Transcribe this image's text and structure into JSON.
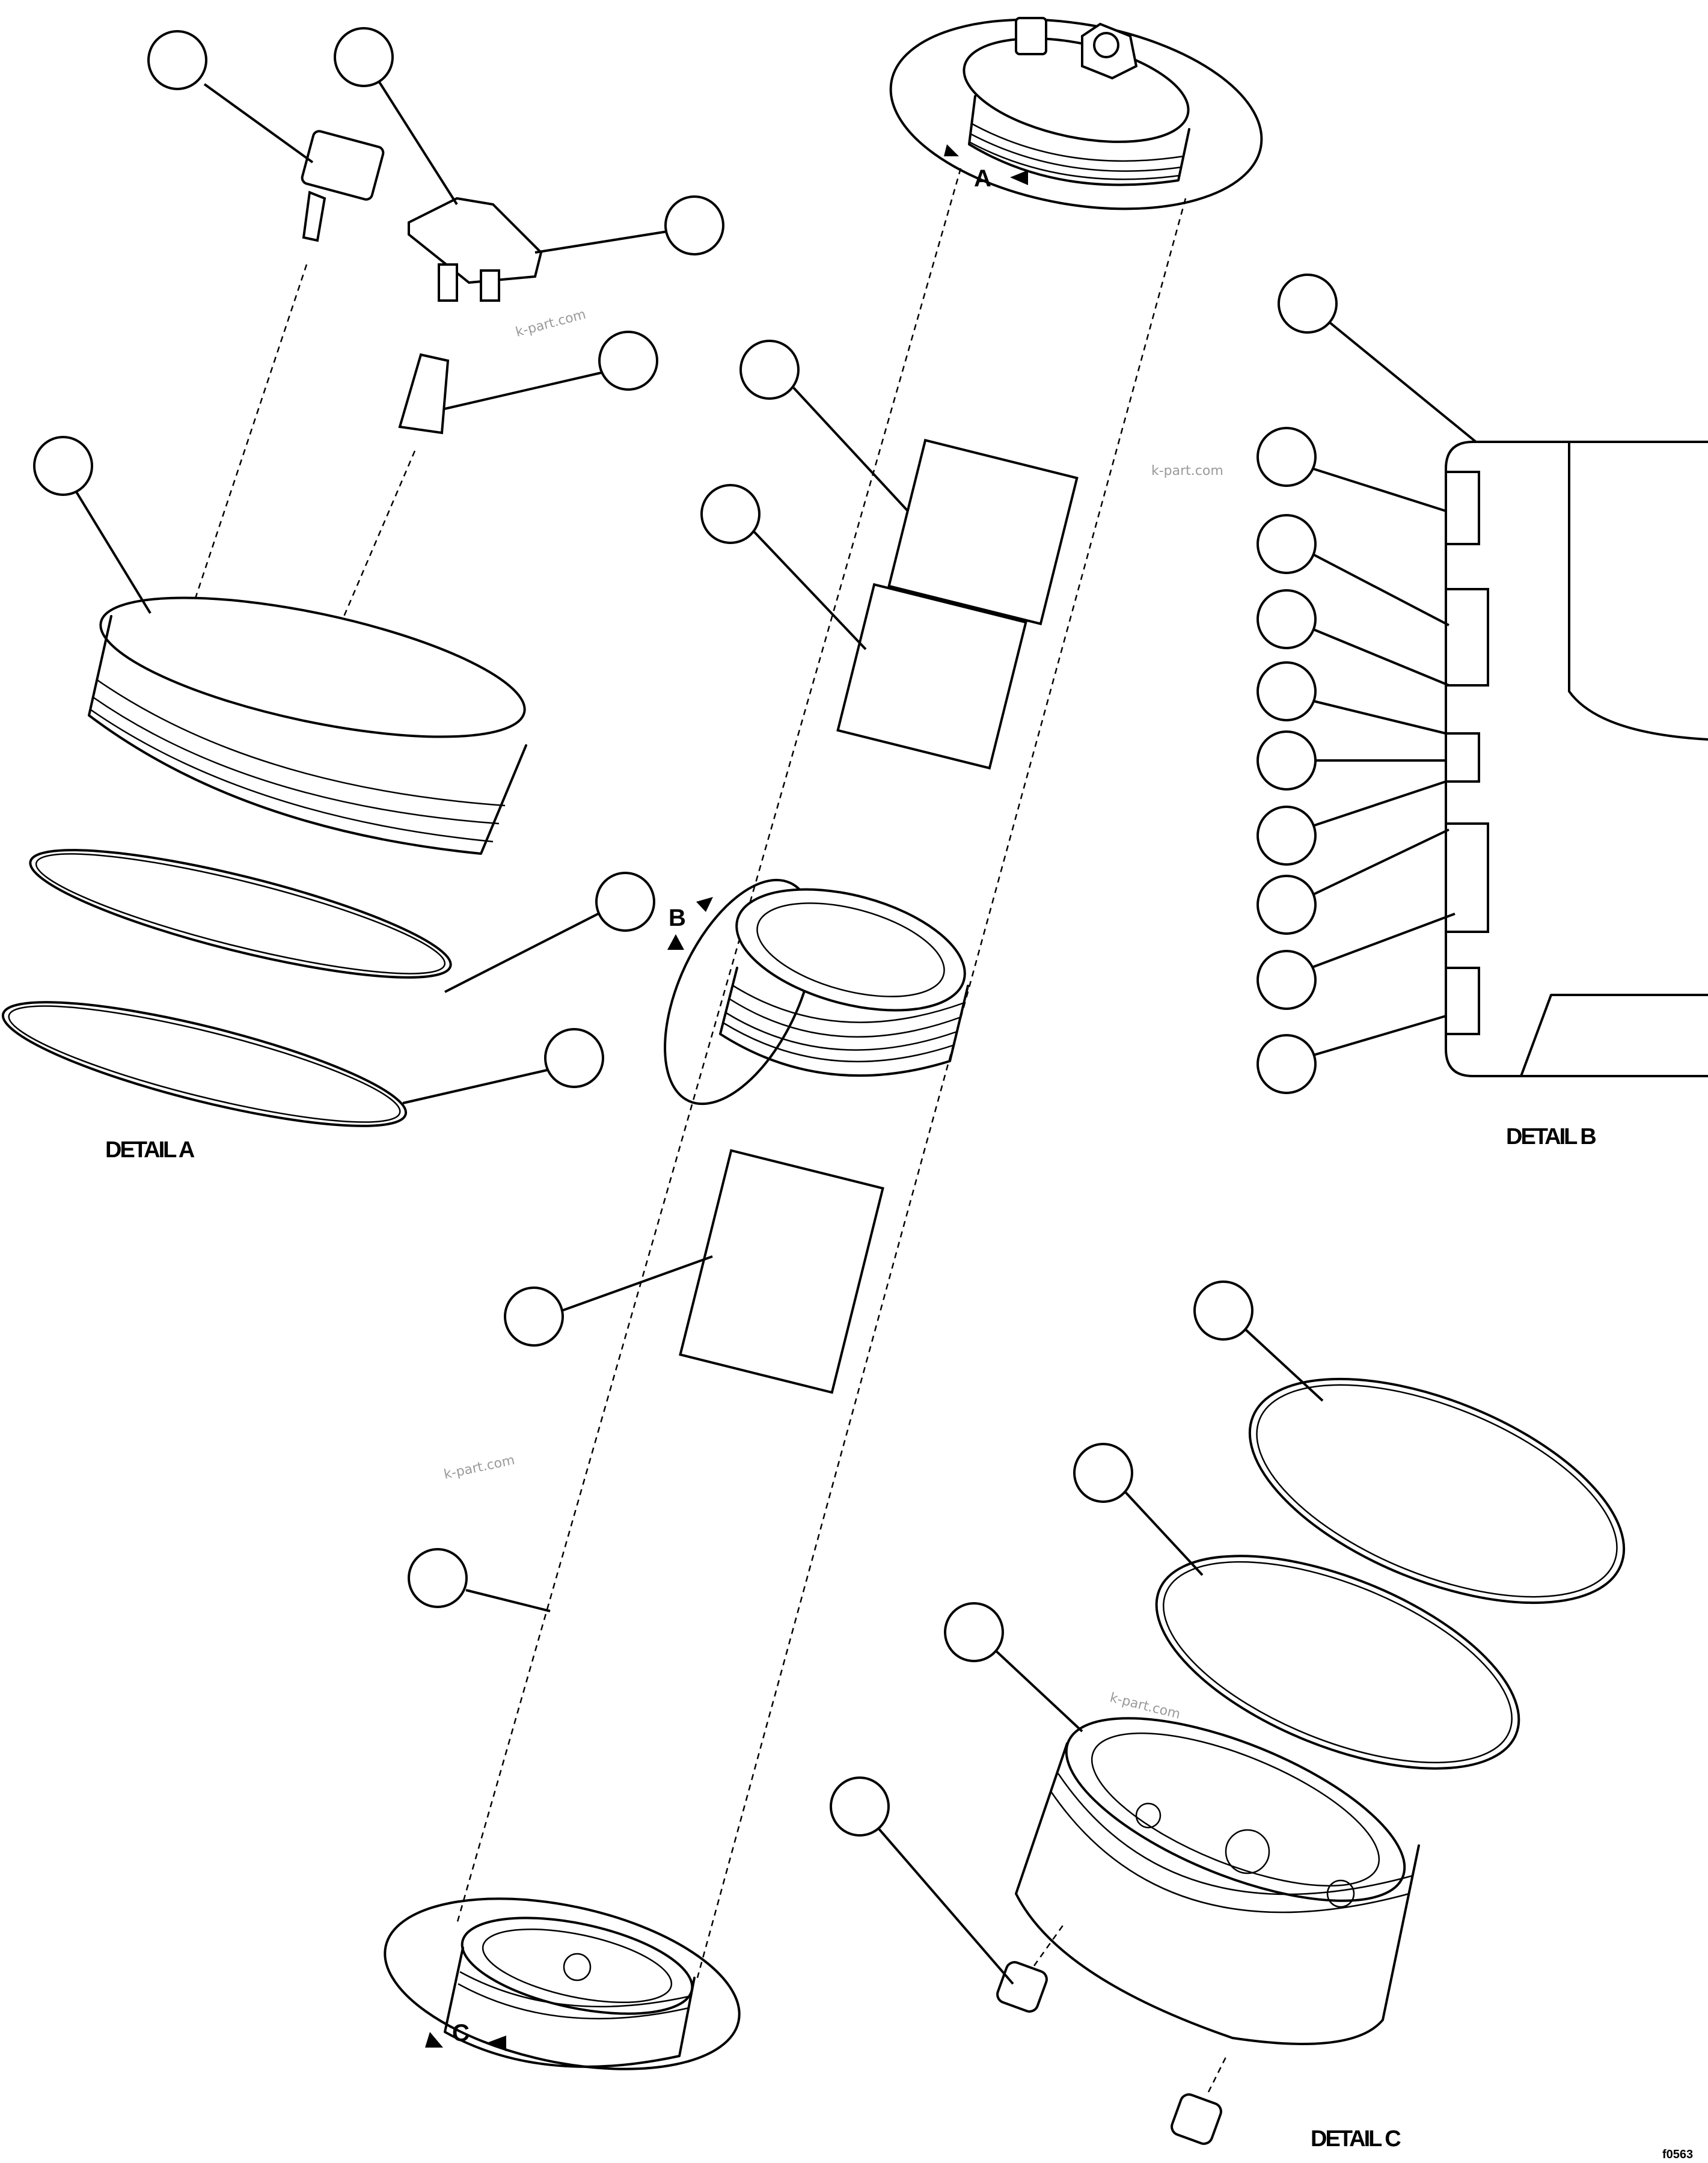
{
  "details": {
    "a": "DETAIL A",
    "b": "DETAIL B",
    "c": "DETAIL C"
  },
  "view_labels": {
    "a": "A",
    "b": "B",
    "c": "C"
  },
  "watermark": "k-part.com",
  "figure_code": "f0563"
}
